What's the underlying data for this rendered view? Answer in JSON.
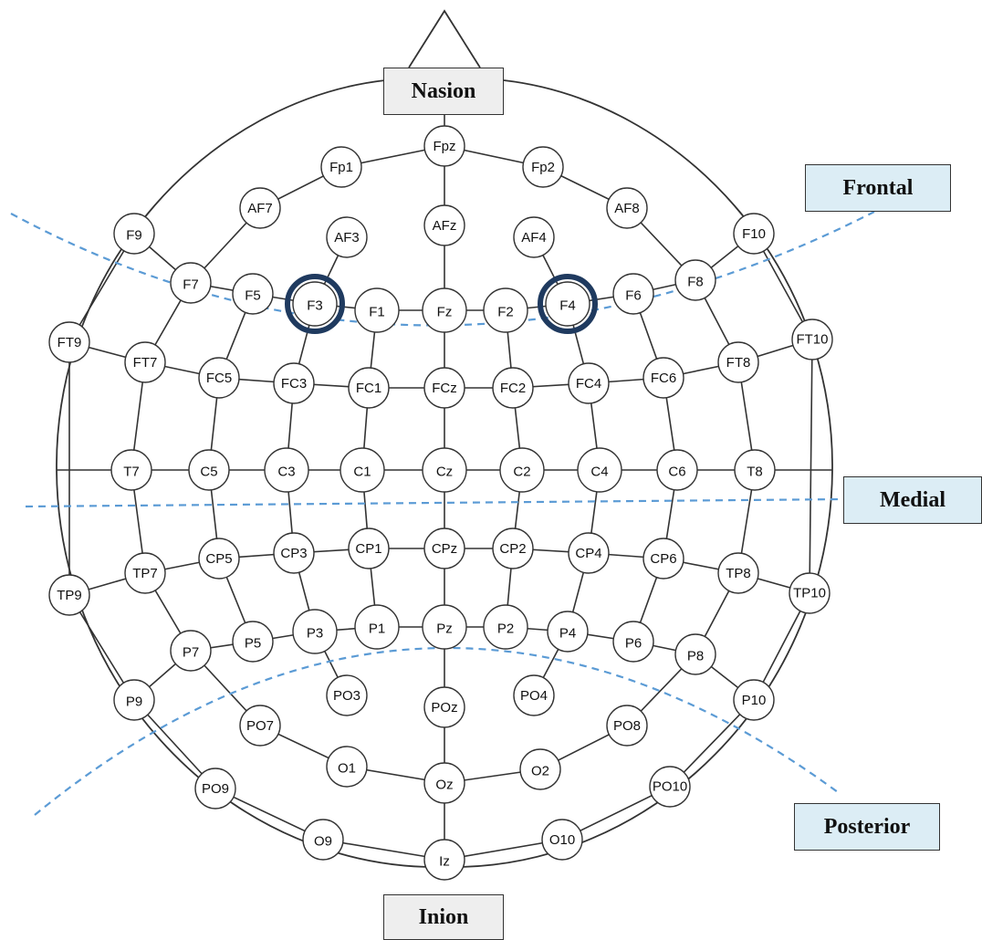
{
  "landmarks": {
    "nasion": "Nasion",
    "inion": "Inion"
  },
  "regions": {
    "frontal": "Frontal",
    "medial": "Medial",
    "posterior": "Posterior"
  },
  "colors": {
    "region_line": "#5b9bd5",
    "highlight_ring": "#1f3a5f",
    "region_box": "#dcedf5",
    "landmark_box": "#eeeeee"
  },
  "highlighted_electrodes": [
    "F3",
    "F4"
  ],
  "electrodes": [
    "Fpz",
    "Fp1",
    "Fp2",
    "AF7",
    "AFz",
    "AF8",
    "AF3",
    "AF4",
    "F9",
    "F7",
    "F5",
    "F3",
    "F1",
    "Fz",
    "F2",
    "F4",
    "F6",
    "F8",
    "F10",
    "FT9",
    "FT7",
    "FC5",
    "FC3",
    "FC1",
    "FCz",
    "FC2",
    "FC4",
    "FC6",
    "FT8",
    "FT10",
    "T7",
    "C5",
    "C3",
    "C1",
    "Cz",
    "C2",
    "C4",
    "C6",
    "T8",
    "TP9",
    "TP7",
    "CP5",
    "CP3",
    "CP1",
    "CPz",
    "CP2",
    "CP4",
    "CP6",
    "TP8",
    "TP10",
    "P9",
    "P7",
    "P5",
    "P3",
    "P1",
    "Pz",
    "P2",
    "P4",
    "P6",
    "P8",
    "P10",
    "PO9",
    "PO7",
    "PO3",
    "POz",
    "PO4",
    "PO8",
    "PO10",
    "O9",
    "O1",
    "Oz",
    "O2",
    "O10",
    "Iz"
  ]
}
